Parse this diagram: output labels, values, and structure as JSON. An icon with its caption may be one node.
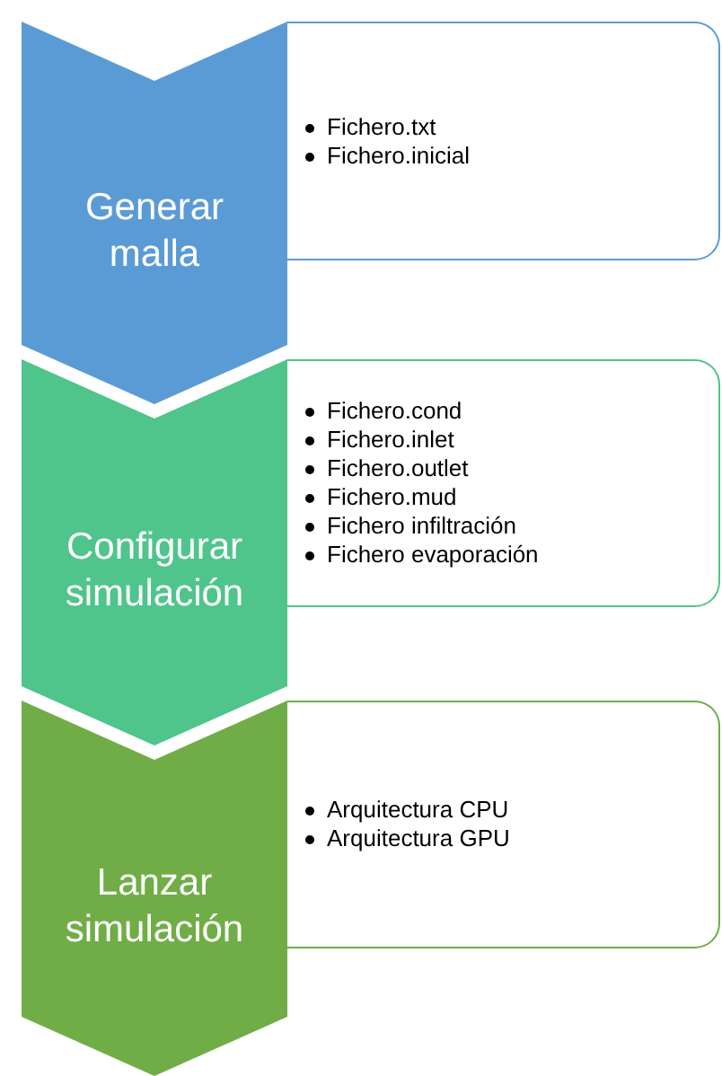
{
  "diagram": {
    "nodes": [
      {
        "text": [
          "Generar malla"
        ]
      },
      {
        "text": [
          "Fichero.txt",
          "Fichero.inicial"
        ]
      },
      {
        "text": [
          "Configurar simulación"
        ]
      },
      {
        "text": [
          "Fichero.cond",
          "Fichero.inlet",
          "Fichero.outlet",
          "Fichero.mud",
          "Fichero infiltración",
          "Fichero evaporación"
        ]
      },
      {
        "text": [
          "Lanzar simulación"
        ]
      },
      {
        "text": [
          "Arquitectura CPU",
          "Arquitectura GPU"
        ]
      }
    ]
  }
}
